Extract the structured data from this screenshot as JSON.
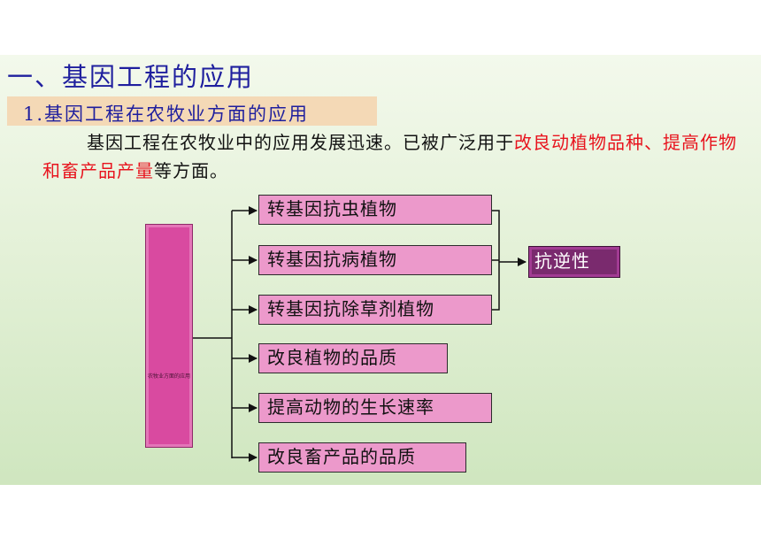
{
  "slide": {
    "title": "一、基因工程的应用",
    "subtitle": "1.基因工程在农牧业方面的应用",
    "paragraph": {
      "part1": "基因工程在农牧业中的应用发展迅速。已被广泛用于",
      "highlight1": "改良动植物品种",
      "part2": "、",
      "highlight2": "提高作物和畜产品产量",
      "part3": "等方面。"
    },
    "colors": {
      "title": "#1f1f9e",
      "highlight": "#e8141e",
      "node_fill": "#ec99cb",
      "root_fill": "#d94aa0",
      "result_fill": "#7a2a6e"
    }
  },
  "diagram": {
    "root_label": "农牧业方面的应用",
    "branches": [
      {
        "label": "转基因抗虫植物"
      },
      {
        "label": "转基因抗病植物"
      },
      {
        "label": "转基因抗除草剂植物"
      },
      {
        "label": "改良植物的品质"
      },
      {
        "label": "提高动物的生长速率"
      },
      {
        "label": "改良畜产品的品质"
      }
    ],
    "result_label": "抗逆性"
  }
}
